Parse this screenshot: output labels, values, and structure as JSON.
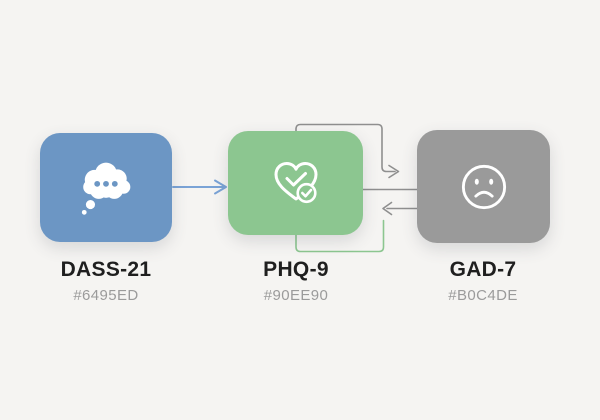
{
  "background": "#f5f4f2",
  "nodes": [
    {
      "id": "dass21",
      "title": "DASS-21",
      "subtitle": "#6495ED",
      "color": "#6c96c4",
      "icon": "thought-bubble-icon"
    },
    {
      "id": "phq9",
      "title": "PHQ-9",
      "subtitle": "#90EE90",
      "color": "#8cc690",
      "icon": "heart-check-icon"
    },
    {
      "id": "gad7",
      "title": "GAD-7",
      "subtitle": "#B0C4DE",
      "color": "#9a9a9a",
      "icon": "sad-face-icon"
    }
  ],
  "connectors": {
    "blue": "#7aa3d6",
    "gray": "#8f8f8f",
    "green": "#8cc690",
    "icon_stroke": "#ffffff"
  }
}
